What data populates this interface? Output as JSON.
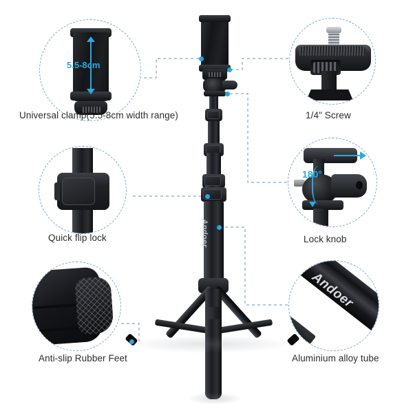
{
  "product": {
    "brand": "Andoer",
    "tube_brand": "Andoer"
  },
  "accent_colors": {
    "annotation": "#2aa9e0",
    "connector_line": "#7fa8c4",
    "node_dot": "#23a7e2",
    "label_text": "#2b2b2b"
  },
  "callouts": [
    {
      "id": "universal-clamp",
      "label": "Universal clamp(5.5-8cm width range)",
      "annotation": "5.5-8cm",
      "position": "top-left"
    },
    {
      "id": "quarter-inch-screw",
      "label": "1/4\" Screw",
      "annotation": "",
      "position": "top-right"
    },
    {
      "id": "quick-flip-lock",
      "label": "Quick flip lock",
      "annotation": "",
      "position": "middle-left"
    },
    {
      "id": "lock-knob",
      "label": "Lock knob",
      "annotation": "180°",
      "position": "middle-right"
    },
    {
      "id": "anti-slip-rubber-feet",
      "label": "Anti-slip Rubber Feet",
      "annotation": "",
      "position": "bottom-left"
    },
    {
      "id": "aluminium-alloy-tube",
      "label": "Aluminium alloy tube",
      "annotation": "",
      "position": "bottom-right"
    }
  ]
}
